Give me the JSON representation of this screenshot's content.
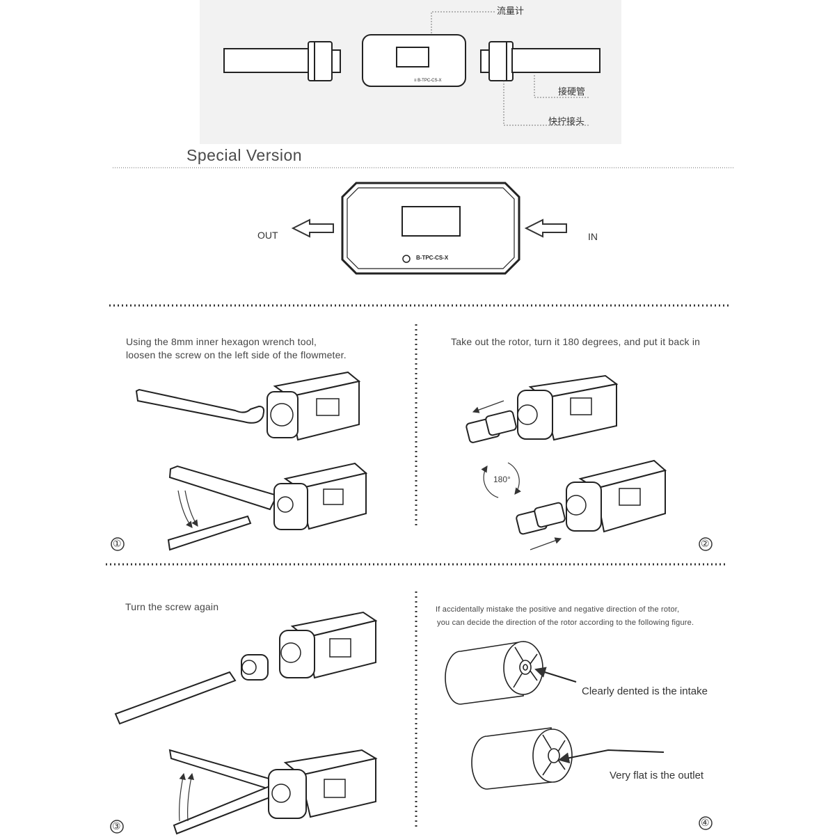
{
  "top_panel": {
    "labels": {
      "flowmeter": "流量计",
      "hard_tube": "接硬管",
      "fitting": "快拧接头"
    }
  },
  "special_version": {
    "title": "Special Version",
    "out_label": "OUT",
    "in_label": "IN",
    "model_text": "B-TPC-CS-X"
  },
  "steps": [
    {
      "number": "①",
      "caption_line1": "Using the 8mm inner hexagon wrench tool,",
      "caption_line2": "loosen the screw on the left side of the flowmeter."
    },
    {
      "number": "②",
      "caption_line1": "Take out the rotor, turn it 180 degrees, and put it back in",
      "rotation_label": "180°"
    },
    {
      "number": "③",
      "caption_line1": "Turn the screw again"
    },
    {
      "number": "④",
      "caption_line1": "If accidentally mistake the positive and negative direction of the rotor,",
      "caption_line2": "you can decide the direction of the rotor according to the following figure.",
      "intake_label": "Clearly dented is the intake",
      "outlet_label": "Very flat is the outlet"
    }
  ],
  "colors": {
    "line": "#222222",
    "panel_bg": "#f2f2f2",
    "dotted": "#555555"
  }
}
